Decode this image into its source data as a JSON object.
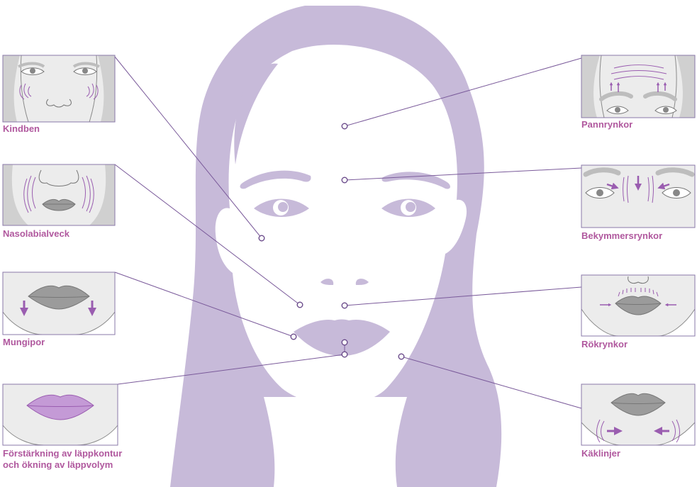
{
  "colors": {
    "face": "#c7bad9",
    "skin": "#ffffff",
    "label": "#b0589e",
    "line": "#7a5a9a",
    "panel_bg": "#ececec",
    "panel_border": "#8a78a8",
    "detail": "#7b7b7b",
    "lips_gray": "#9b9b9b",
    "accent": "#9a5db0"
  },
  "labels": {
    "kindben": "Kindben",
    "nasolabialveck": "Nasolabialveck",
    "mungipor": "Mungipor",
    "lip_line1": "Förstärkning av läppkontur",
    "lip_line2": "och ökning av läppvolym",
    "pannrynkor": "Pannrynkor",
    "bekymmersrynkor": "Bekymmersrynkor",
    "rokrynkor": "Rökrynkor",
    "kaklinjer": "Käklinjer"
  }
}
